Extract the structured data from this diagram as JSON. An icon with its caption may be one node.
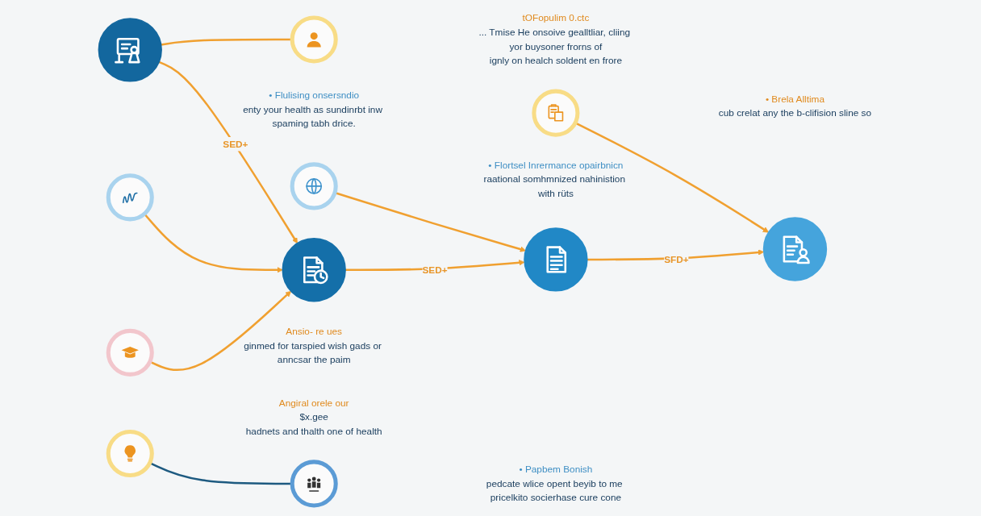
{
  "diagram": {
    "nodes": [
      {
        "text": [],
        "shape": "circle"
      },
      {
        "text": [],
        "shape": "circle"
      },
      {
        "text": [],
        "shape": "circle"
      },
      {
        "text": [],
        "shape": "circle"
      },
      {
        "text": [],
        "shape": "circle",
        "beside": [
          "tOFopulim 0.ctc",
          "... Tmise He onsoive gealltliar, cliing yor buysoner frorns of",
          "ignly on healch soldent en frore"
        ]
      },
      {
        "text": [],
        "shape": "circle",
        "beside": [
          "Ansio- re ues",
          "ginmed for tarspied wish gads or anncsar the paim"
        ]
      },
      {
        "text": [],
        "shape": "circle",
        "beside": [
          "• Flulising onsersndio",
          "enty your health as sundinrbt inw spaming tabh drice."
        ]
      },
      {
        "text": [],
        "shape": "circle",
        "beside": [
          "Angiral orele our",
          "$x.gee",
          "hadnets and thalth one of health"
        ]
      },
      {
        "text": [],
        "shape": "circle",
        "beside": [
          "• Flortsel Inrermance opairbnicn",
          "raational somhmnized nahinistion with rüts"
        ]
      },
      {
        "text": [],
        "shape": "circle",
        "beside": [
          "• Papbem Bonish",
          "pedcate wlice opent beyib to me pricelkito socierhase cure cone"
        ]
      },
      {
        "text": [],
        "shape": "circle",
        "beside": [
          "• Brela Alltima",
          "cub crelat any the b-clifision sline so"
        ]
      }
    ],
    "edges": [
      {
        "from": 0,
        "to": 1,
        "arrow": "to",
        "label": "SED+"
      },
      {
        "from": 1,
        "to": 2,
        "arrow": "to",
        "label": "SED+"
      },
      {
        "from": 2,
        "to": 3,
        "arrow": "to",
        "label": "SFD+"
      },
      {
        "from": 0,
        "to": 4,
        "arrow": "none"
      },
      {
        "from": 5,
        "to": 1,
        "arrow": "to"
      },
      {
        "from": 6,
        "to": 1,
        "arrow": "to"
      },
      {
        "from": 8,
        "to": 2,
        "arrow": "to"
      },
      {
        "from": 7,
        "to": 9,
        "arrow": "none",
        "color": "#1d5a80"
      },
      {
        "from": 10,
        "to": 3,
        "arrow": "to"
      }
    ]
  }
}
